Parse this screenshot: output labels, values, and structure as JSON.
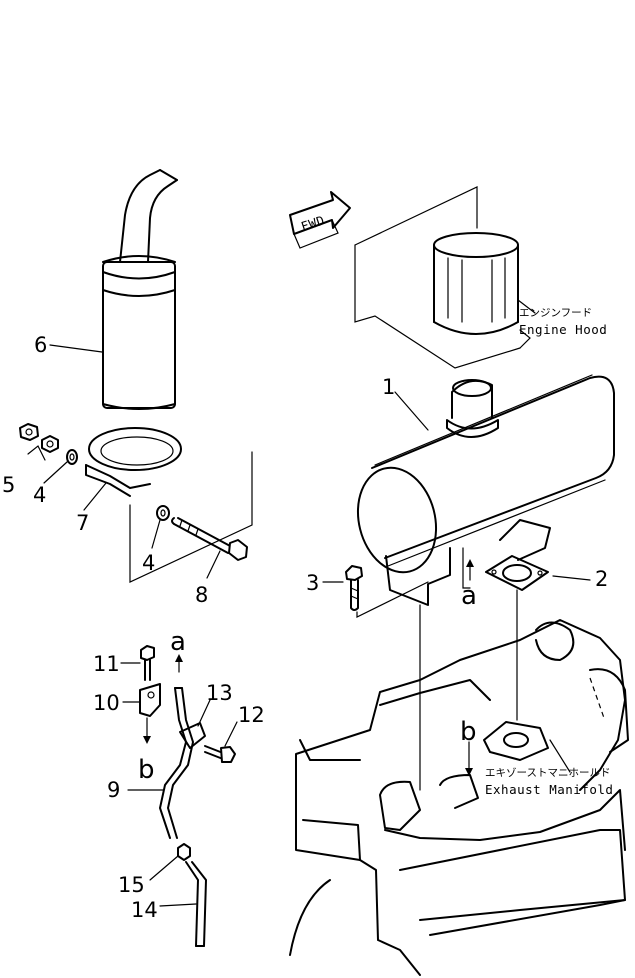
{
  "direction": {
    "fwd_label": "FWD"
  },
  "references": {
    "engine_hood": {
      "jp": "エンジンフード",
      "en": "Engine  Hood"
    },
    "exhaust_manifold": {
      "jp": "エキゾーストマニホールド",
      "en": "Exhaust  Manifold"
    }
  },
  "callouts": {
    "p1": "1",
    "p2": "2",
    "p3": "3",
    "p4a": "4",
    "p4b": "4",
    "p5": "5",
    "p6": "6",
    "p7": "7",
    "p8": "8",
    "p9": "9",
    "p10": "10",
    "p11": "11",
    "p12": "12",
    "p13": "13",
    "p14": "14",
    "p15": "15"
  },
  "connectors": {
    "a_top": "a",
    "a_bottom": "a",
    "b_top": "b",
    "b_bottom": "b"
  }
}
